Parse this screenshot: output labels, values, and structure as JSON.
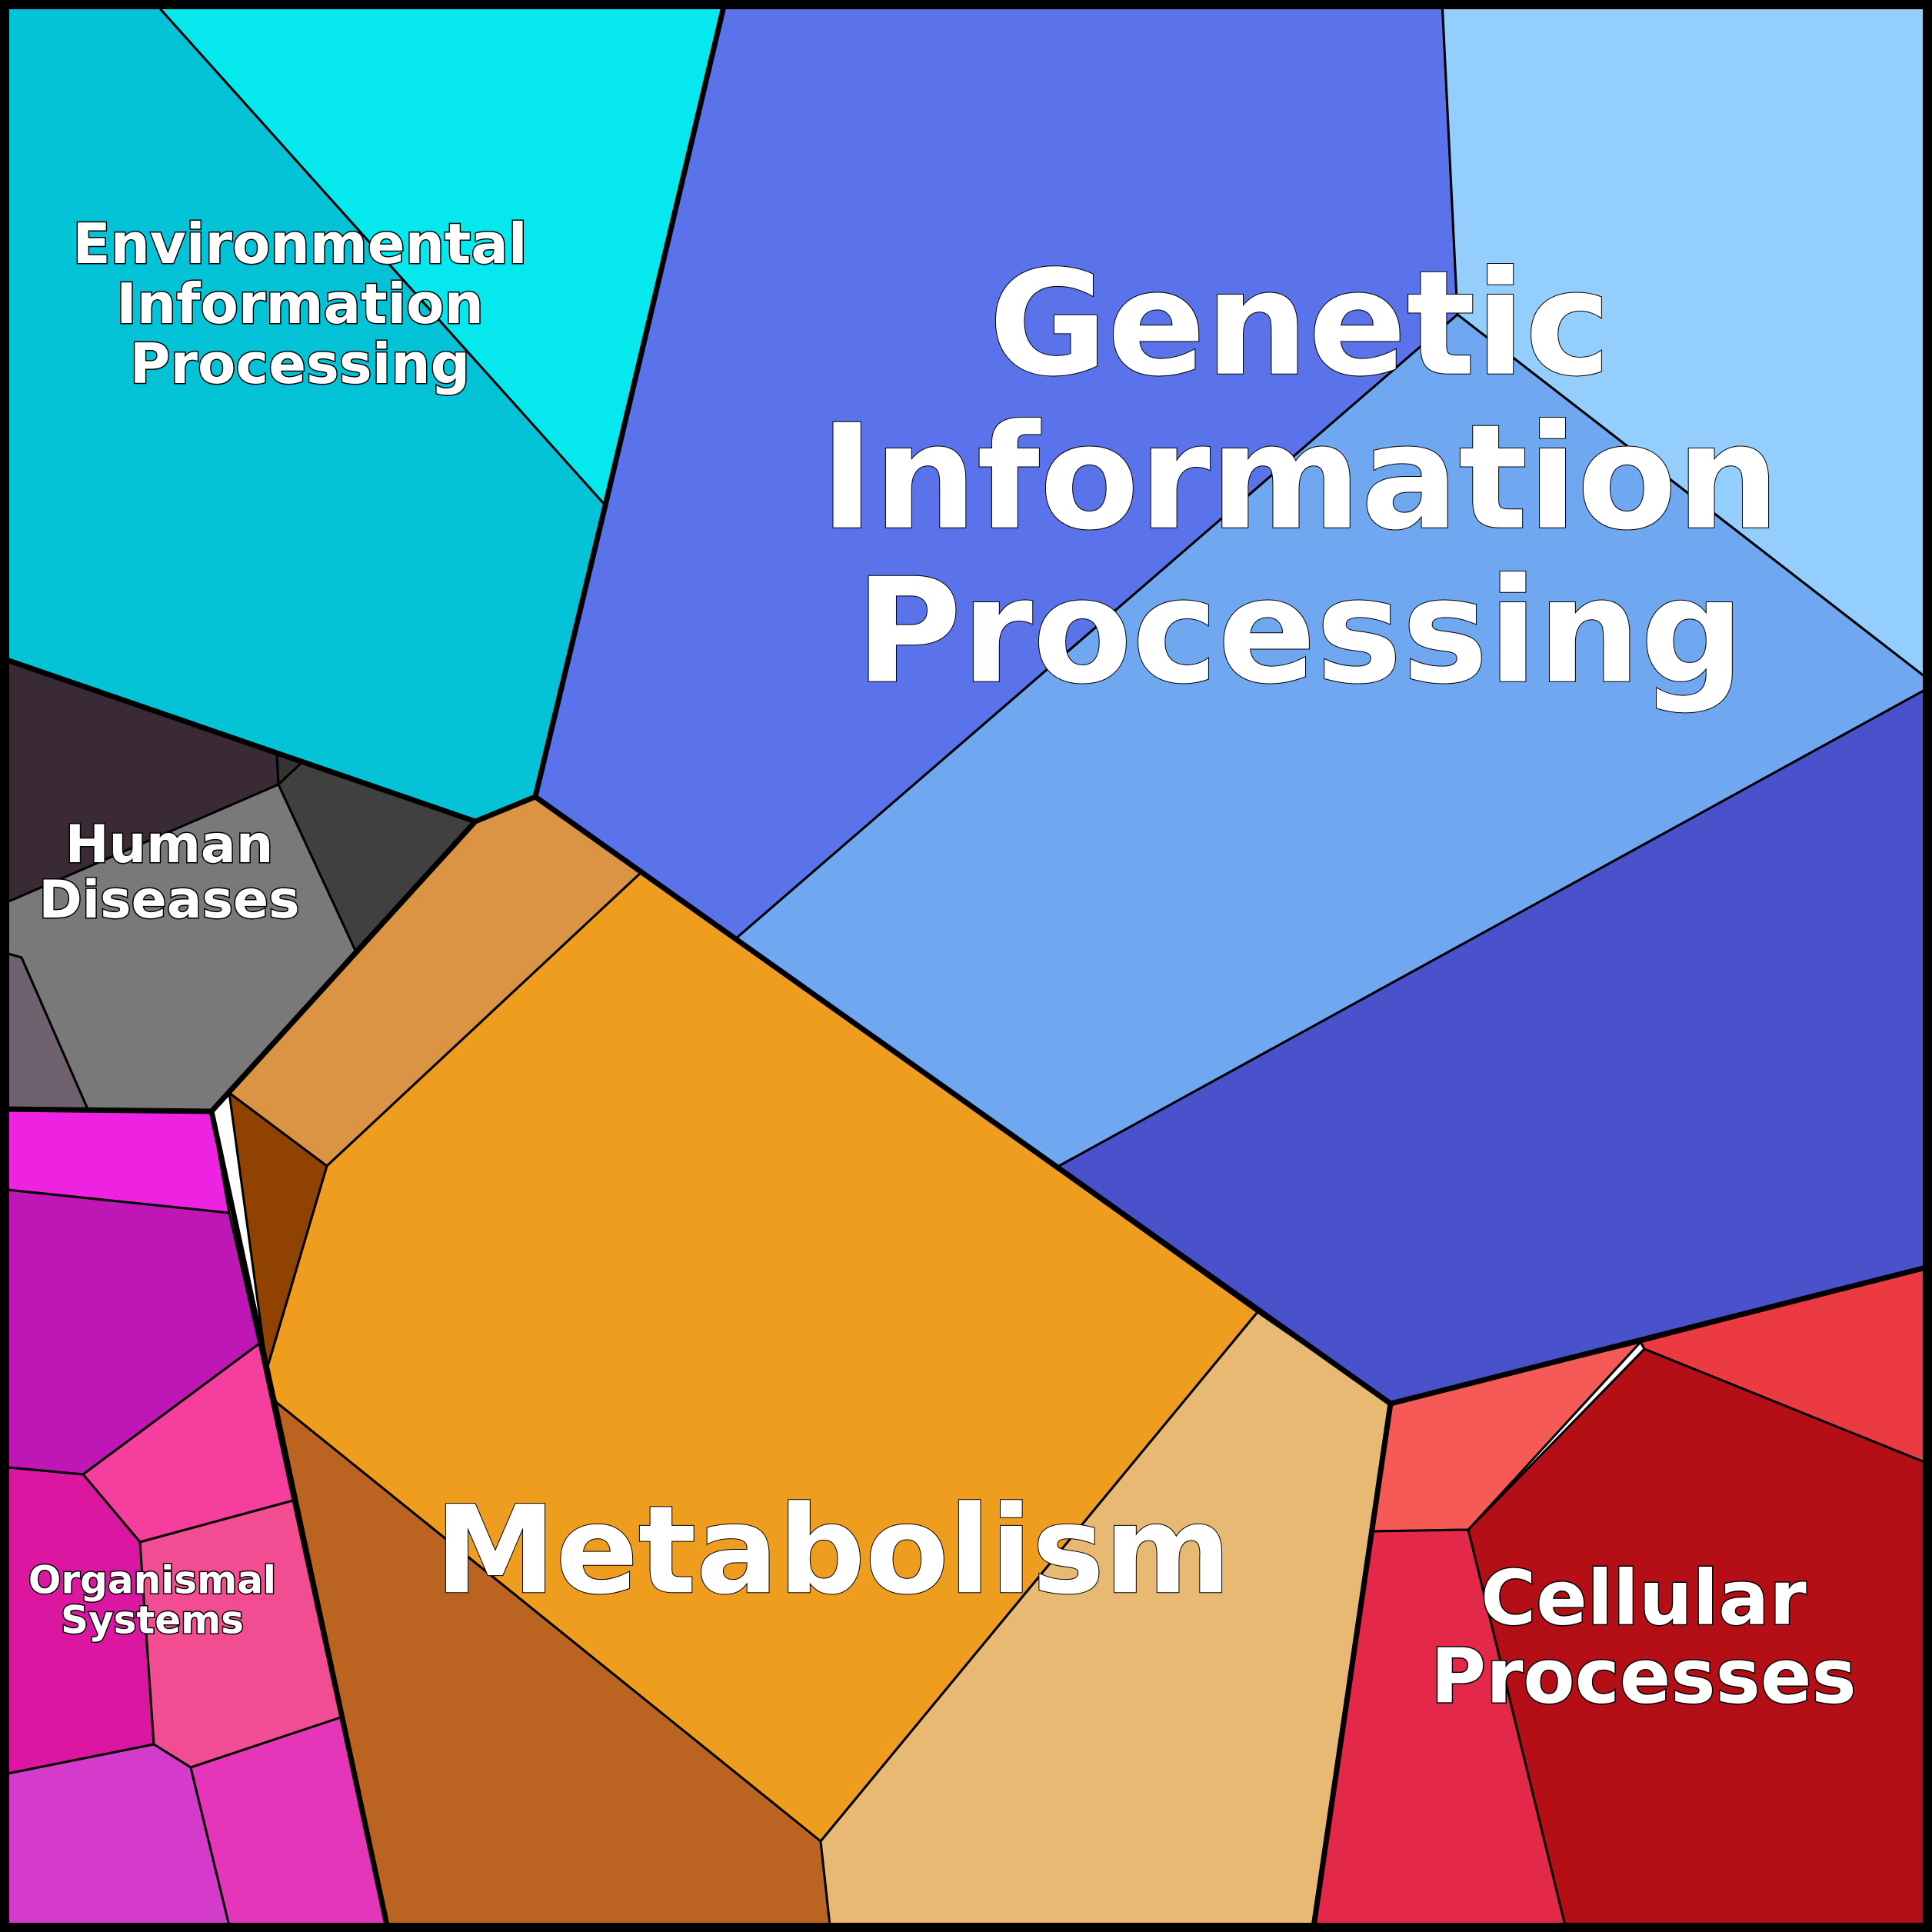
{
  "diagram": {
    "categories": [
      {
        "id": "environmental",
        "label_lines": [
          "Environmental",
          "Information",
          "Processing"
        ],
        "cells": [
          {
            "name": "env-cell-1",
            "color": "#05C3D6"
          },
          {
            "name": "env-cell-2",
            "color": "#05E8EE"
          }
        ]
      },
      {
        "id": "genetic",
        "label_lines": [
          "Genetic",
          "Information",
          "Processing"
        ],
        "cells": [
          {
            "name": "genetic-cell-1",
            "color": "#5A73EA"
          },
          {
            "name": "genetic-cell-2",
            "color": "#94CEFC"
          },
          {
            "name": "genetic-cell-3",
            "color": "#70A7F1"
          },
          {
            "name": "genetic-cell-4",
            "color": "#4951CB"
          }
        ]
      },
      {
        "id": "human-diseases",
        "label_lines": [
          "Human",
          "Diseases"
        ],
        "cells": [
          {
            "name": "disease-cell-1",
            "color": "#3A2A36"
          },
          {
            "name": "disease-cell-2",
            "color": "#414041"
          },
          {
            "name": "disease-cell-3",
            "color": "#797979"
          },
          {
            "name": "disease-cell-4",
            "color": "#6F626E"
          },
          {
            "name": "disease-cell-5",
            "color": "#363233"
          }
        ]
      },
      {
        "id": "metabolism",
        "label_lines": [
          "Metabolism"
        ],
        "cells": [
          {
            "name": "metabolism-cell-1",
            "color": "#DB9443"
          },
          {
            "name": "metabolism-cell-2",
            "color": "#EE9D1F"
          },
          {
            "name": "metabolism-cell-3",
            "color": "#8F4201"
          },
          {
            "name": "metabolism-cell-4",
            "color": "#BB6422"
          },
          {
            "name": "metabolism-cell-5",
            "color": "#E7B972"
          }
        ]
      },
      {
        "id": "organismal",
        "label_lines": [
          "Organismal",
          "Systems"
        ],
        "cells": [
          {
            "name": "organismal-cell-1",
            "color": "#EE23E1"
          },
          {
            "name": "organismal-cell-2",
            "color": "#BE17B5"
          },
          {
            "name": "organismal-cell-3",
            "color": "#F53E9E"
          },
          {
            "name": "organismal-cell-4",
            "color": "#DB17A2"
          },
          {
            "name": "organismal-cell-5",
            "color": "#F24C92"
          },
          {
            "name": "organismal-cell-6",
            "color": "#D53BCB"
          },
          {
            "name": "organismal-cell-7",
            "color": "#E535B8"
          }
        ]
      },
      {
        "id": "cellular",
        "label_lines": [
          "Cellular",
          "Processes"
        ],
        "cells": [
          {
            "name": "cellular-cell-1",
            "color": "#F65A56"
          },
          {
            "name": "cellular-cell-2",
            "color": "#EC3A43"
          },
          {
            "name": "cellular-cell-3",
            "color": "#B40F17"
          },
          {
            "name": "cellular-cell-4",
            "color": "#E3284A"
          }
        ]
      }
    ]
  }
}
